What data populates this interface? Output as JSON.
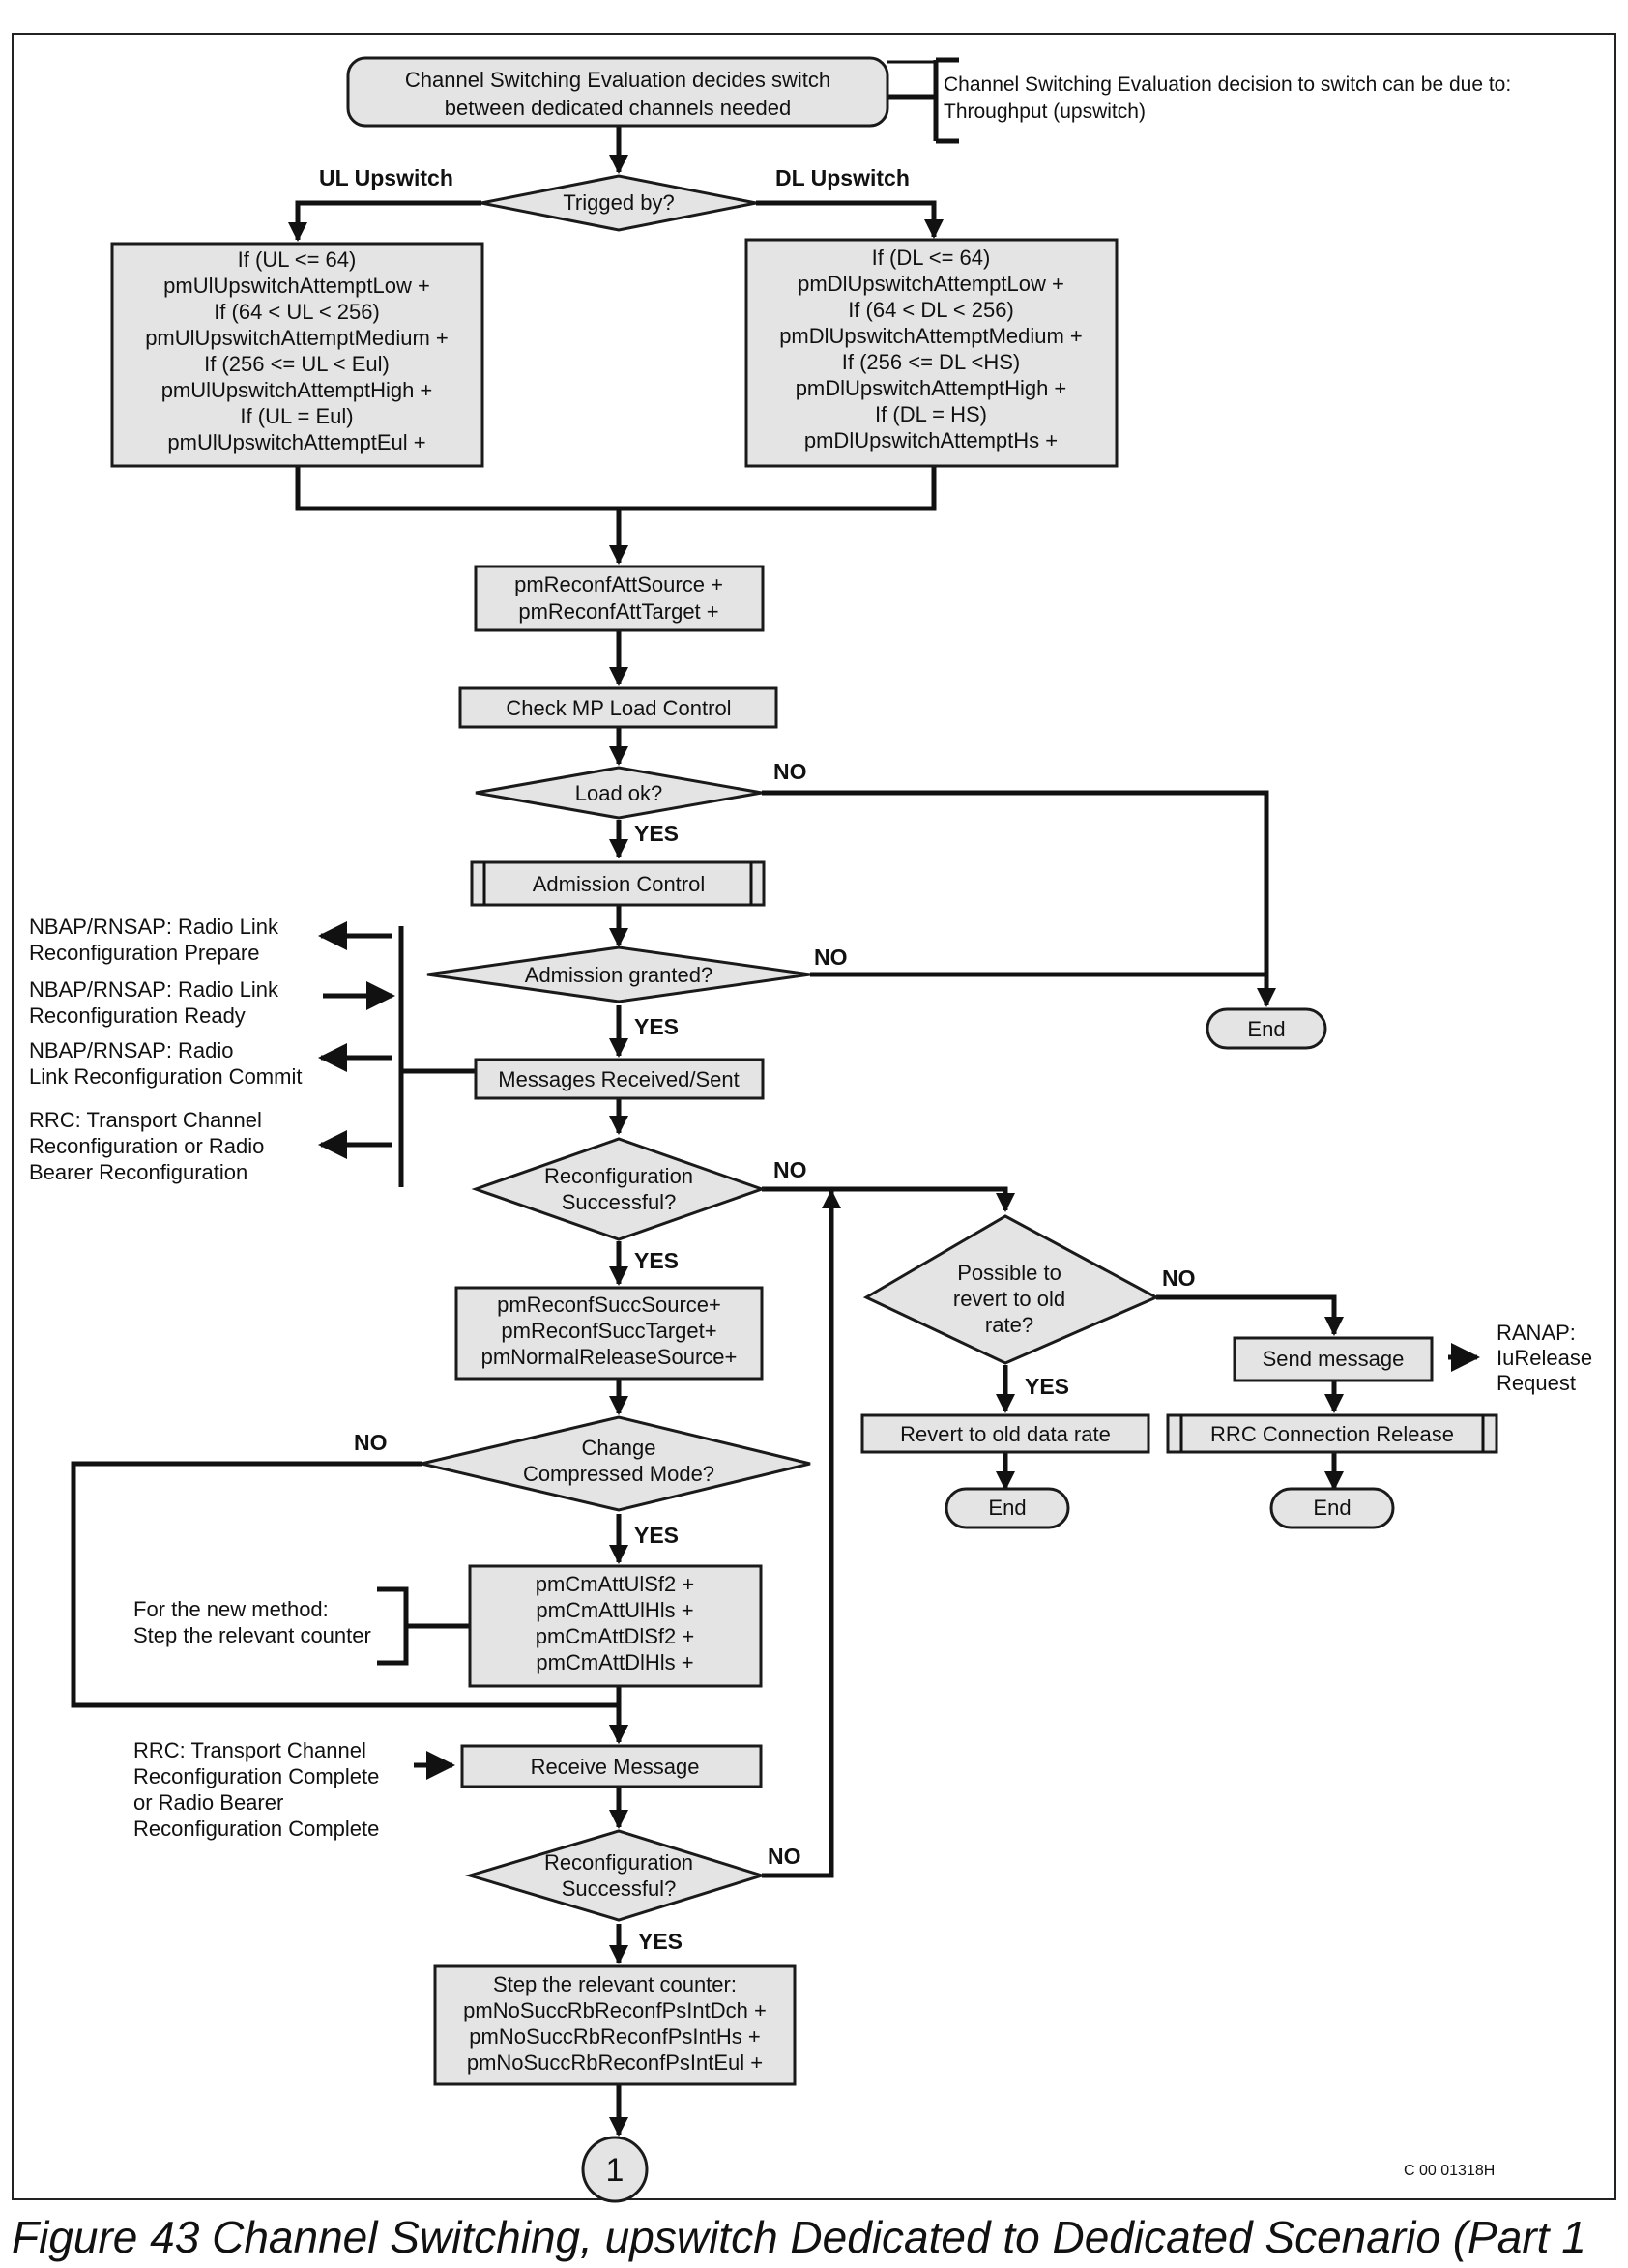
{
  "start": {
    "lines": [
      "Channel Switching Evaluation decides switch",
      "between dedicated channels needed"
    ]
  },
  "start_note": {
    "lines": [
      "Channel Switching Evaluation decision to switch can be due to:",
      "Throughput (upswitch)"
    ]
  },
  "trigger": {
    "question": "Trigged by?",
    "left_label": "UL Upswitch",
    "right_label": "DL Upswitch"
  },
  "ul_box": {
    "lines": [
      "If (UL <= 64)",
      "pmUlUpswitchAttemptLow +",
      "If (64 < UL < 256)",
      "pmUlUpswitchAttemptMedium +",
      "If (256 <= UL < Eul)",
      "pmUlUpswitchAttemptHigh +",
      "If (UL = Eul)",
      "pmUlUpswitchAttemptEul +"
    ]
  },
  "dl_box": {
    "lines": [
      "If (DL <= 64)",
      "pmDlUpswitchAttemptLow +",
      "If  (64 < DL < 256)",
      "pmDlUpswitchAttemptMedium +",
      "If (256 <= DL <HS)",
      "pmDlUpswitchAttemptHigh +",
      "If (DL = HS)",
      "pmDlUpswitchAttemptHs +"
    ]
  },
  "reconf_att": {
    "lines": [
      "pmReconfAttSource +",
      "pmReconfAttTarget +"
    ]
  },
  "mp_load": {
    "text": "Check MP Load Control"
  },
  "load_ok": {
    "question": "Load ok?",
    "yes": "YES",
    "no": "NO"
  },
  "admission_control": {
    "text": "Admission Control"
  },
  "admission_granted": {
    "question": "Admission granted?",
    "yes": "YES",
    "no": "NO"
  },
  "end_labels": {
    "text": "End"
  },
  "messages": {
    "text": "Messages Received/Sent"
  },
  "msg_notes": [
    {
      "lines": [
        "NBAP/RNSAP: Radio Link",
        "Reconfiguration Prepare"
      ]
    },
    {
      "lines": [
        "NBAP/RNSAP: Radio Link",
        "Reconfiguration Ready"
      ]
    },
    {
      "lines": [
        "NBAP/RNSAP: Radio",
        "Link Reconfiguration Commit"
      ]
    },
    {
      "lines": [
        "RRC: Transport Channel",
        "Reconfiguration or Radio",
        "Bearer Reconfiguration"
      ]
    }
  ],
  "reconf_success_1": {
    "lines": [
      "Reconfiguration",
      "Successful?"
    ],
    "yes": "YES",
    "no": "NO"
  },
  "reconf_succ": {
    "lines": [
      "pmReconfSuccSource+",
      "pmReconfSuccTarget+",
      "pmNormalReleaseSource+"
    ]
  },
  "revert_q": {
    "lines": [
      "Possible to",
      "revert to old",
      "rate?"
    ],
    "yes": "YES",
    "no": "NO"
  },
  "revert_box": {
    "text": "Revert to old data rate"
  },
  "send_message": {
    "text": "Send message"
  },
  "ranap_note": {
    "lines": [
      "RANAP:",
      "IuRelease",
      "Request"
    ]
  },
  "rrc_release": {
    "text": "RRC Connection Release"
  },
  "cm_q": {
    "lines": [
      "Change",
      "Compressed Mode?"
    ],
    "yes": "YES",
    "no": "NO"
  },
  "cm_box": {
    "lines": [
      "pmCmAttUlSf2 +",
      "pmCmAttUlHls +",
      "pmCmAttDlSf2 +",
      "pmCmAttDlHls +"
    ]
  },
  "cm_note": {
    "lines": [
      "For the new method:",
      "Step the relevant counter"
    ]
  },
  "receive": {
    "text": "Receive Message"
  },
  "receive_note": {
    "lines": [
      "RRC: Transport Channel",
      "Reconfiguration Complete",
      "or Radio Bearer",
      "Reconfiguration Complete"
    ]
  },
  "reconf_success_2": {
    "lines": [
      "Reconfiguration",
      "Successful?"
    ],
    "yes": "YES",
    "no": "NO"
  },
  "final_box": {
    "lines": [
      "Step the relevant counter:",
      "pmNoSuccRbReconfPsIntDch +",
      "pmNoSuccRbReconfPsIntHs +",
      "pmNoSuccRbReconfPsIntEul +"
    ]
  },
  "connector": {
    "text": "1"
  },
  "ref_code": {
    "text": "C 00 01318H"
  },
  "caption": {
    "text": "Figure 43    Channel Switching, upswitch Dedicated to Dedicated Scenario (Part 1"
  }
}
